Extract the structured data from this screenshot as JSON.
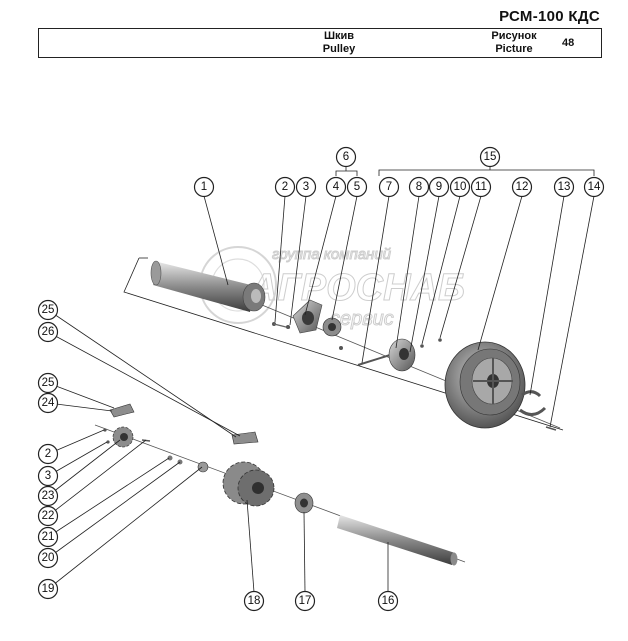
{
  "header": {
    "model": "РСМ-100 КДС",
    "title_ru": "Шкив",
    "title_en": "Pulley",
    "picture_ru": "Рисунок",
    "picture_en": "Picture",
    "picture_number": "48"
  },
  "watermark": {
    "line1": "группа компаний",
    "line2": "АГРОСНАБ",
    "line3": "сервис"
  },
  "callouts": [
    "1",
    "2",
    "3",
    "4",
    "5",
    "6",
    "7",
    "8",
    "9",
    "10",
    "11",
    "12",
    "13",
    "14",
    "15",
    "16",
    "17",
    "18",
    "19",
    "20",
    "21",
    "22",
    "23",
    "24",
    "25",
    "26"
  ]
}
